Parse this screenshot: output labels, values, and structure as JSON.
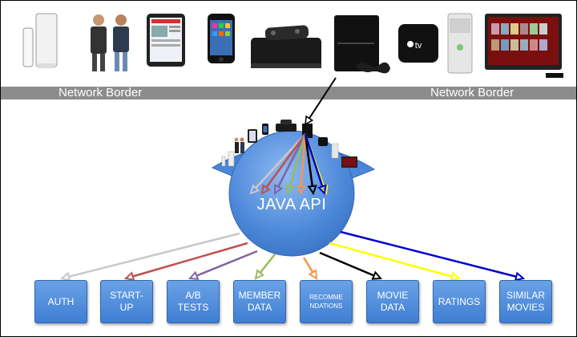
{
  "network": {
    "left_label": "Network Border",
    "right_label": "Network Border"
  },
  "api": {
    "label": "JAVA API"
  },
  "devices": [
    "wii",
    "people",
    "ipad",
    "iphone",
    "roku",
    "ps3",
    "apple-tv",
    "xbox",
    "tv"
  ],
  "services": [
    {
      "id": "auth",
      "label": "AUTH",
      "arrow_color": "#c8c8c8"
    },
    {
      "id": "start-up",
      "label": "START-\nUP",
      "arrow_color": "#c0504d"
    },
    {
      "id": "ab-tests",
      "label": "A/B\nTESTS",
      "arrow_color": "#8064a2"
    },
    {
      "id": "member-data",
      "label": "MEMBER\nDATA",
      "arrow_color": "#9bbb59"
    },
    {
      "id": "recommendations",
      "label": "RECOMME\nNDATIONS",
      "arrow_color": "#f79646"
    },
    {
      "id": "movie-data",
      "label": "MOVIE\nDATA",
      "arrow_color": "#000000"
    },
    {
      "id": "ratings",
      "label": "RATINGS",
      "arrow_color": "#ffff00"
    },
    {
      "id": "similar-movies",
      "label": "SIMILAR\nMOVIES",
      "arrow_color": "#0000cc"
    }
  ],
  "colors": {
    "node_blue": "#4a86d8",
    "band_gray": "#8c8c8c",
    "device_arrow": "#000000"
  }
}
